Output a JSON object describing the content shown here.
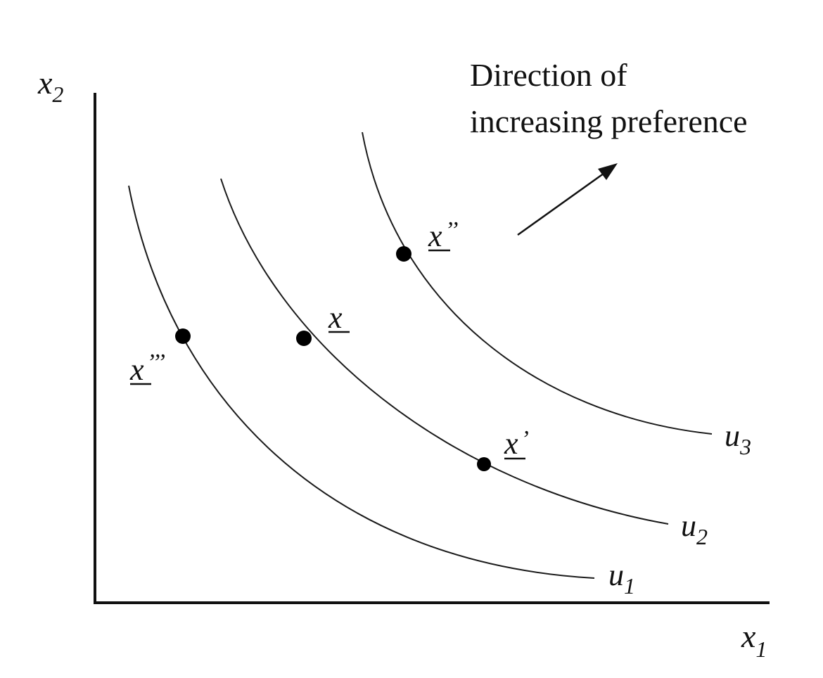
{
  "axes": {
    "x_label": {
      "base": "x",
      "sub": "1"
    },
    "y_label": {
      "base": "x",
      "sub": "2"
    }
  },
  "annotation": {
    "line1": "Direction of",
    "line2": "increasing preference"
  },
  "curves": [
    {
      "id": "u1",
      "base": "u",
      "sub": "1"
    },
    {
      "id": "u2",
      "base": "u",
      "sub": "2"
    },
    {
      "id": "u3",
      "base": "u",
      "sub": "3"
    }
  ],
  "points": {
    "x": {
      "base": "x",
      "primes": "",
      "curve": "u2"
    },
    "xp": {
      "base": "x",
      "primes": "’",
      "curve": "u2"
    },
    "xpp": {
      "base": "x",
      "primes": "’’",
      "curve": "u3"
    },
    "xppp": {
      "base": "x",
      "primes": "’’’",
      "curve": "u1"
    }
  },
  "colors": {
    "ink": "#111111",
    "background": "#ffffff"
  }
}
